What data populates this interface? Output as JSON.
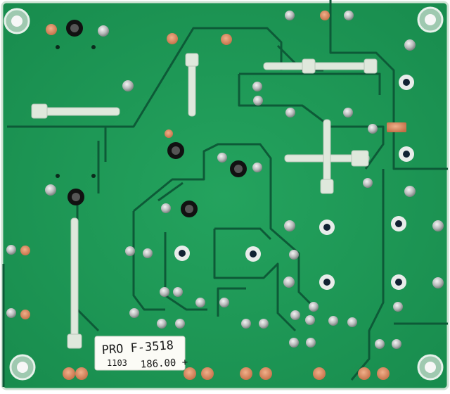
{
  "photo": {
    "board_color": "#1f9a57",
    "trace_color": "#0d5a37",
    "pad_color": "#c8c8c8",
    "copper_pad_color": "#d9885e",
    "tie_color": "#dfe8dc"
  },
  "sticker": {
    "line1": "PRO F-3518",
    "line2_left": "1103",
    "line2_right": "186.00 +"
  }
}
